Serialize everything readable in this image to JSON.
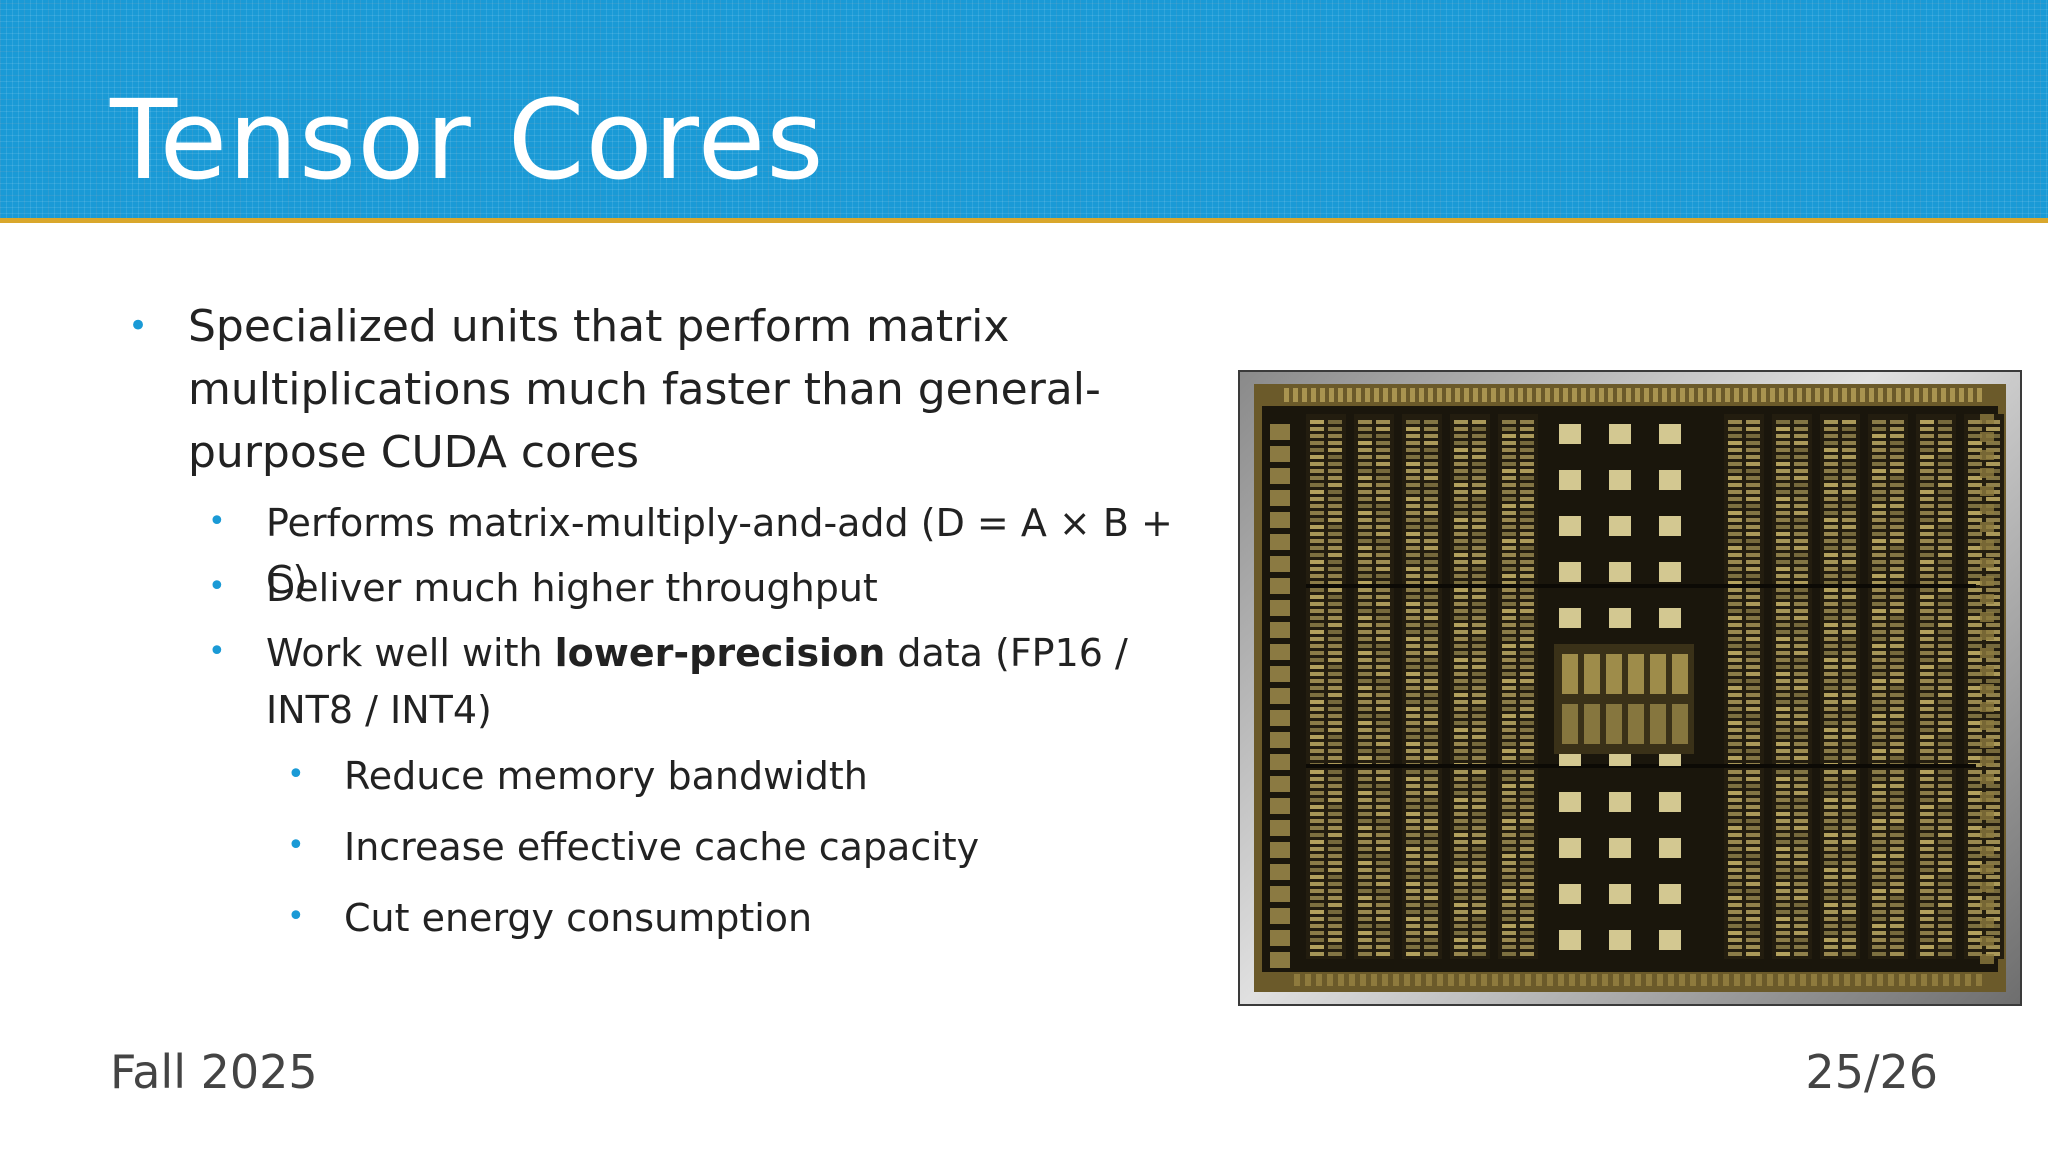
{
  "slide": {
    "title": "Tensor Cores",
    "bullets": [
      {
        "level": 1,
        "text": "Specialized units that perform matrix multiplications much faster than general-purpose CUDA cores"
      },
      {
        "level": 2,
        "text": "Performs matrix-multiply-and-add (D = A × B + C)"
      },
      {
        "level": 2,
        "text": "Deliver much higher throughput"
      },
      {
        "level": 2,
        "pre": "Work well with ",
        "bold": "lower-precision",
        "post": " data (FP16 / INT8 / INT4)"
      },
      {
        "level": 3,
        "text": "Reduce memory bandwidth"
      },
      {
        "level": 3,
        "text": "Increase effective cache capacity"
      },
      {
        "level": 3,
        "text": "Cut energy consumption"
      }
    ],
    "bullet_glyph": "•",
    "image": {
      "description_name": "gpu-die-photo"
    }
  },
  "footer": {
    "left": "Fall 2025",
    "right": "25/26"
  },
  "colors": {
    "header_blue": "#1a9ad6",
    "header_rule": "#d9a72c",
    "bullet_blue": "#1a9ad6",
    "text": "#222222"
  }
}
